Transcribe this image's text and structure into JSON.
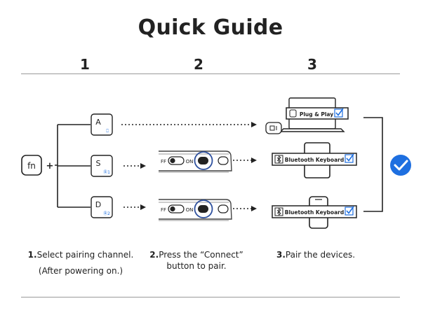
{
  "title": "Quick Guide",
  "steps": [
    "1",
    "2",
    "3"
  ],
  "keys": {
    "fn": "fn",
    "plus": "+",
    "a": "A",
    "s": "S",
    "d": "D",
    "a_sub": "⎕",
    "s_sub": "Ⓑ1",
    "d_sub": "Ⓑ2"
  },
  "switch": {
    "off_fragment": "FF",
    "on": "ON"
  },
  "devices": {
    "plug_play": "Plug & Play",
    "bluetooth_1": "Bluetooth Keyboard",
    "bluetooth_2": "Bluetooth Keyboard"
  },
  "captions": {
    "c1_num": "1.",
    "c1_line1": "Select pairing channel.",
    "c1_line2": "(After powering on.)",
    "c2_num": "2.",
    "c2_line1": "Press the “Connect”",
    "c2_line2": "button to pair.",
    "c3_num": "3.",
    "c3_line1": "Pair the devices."
  },
  "colors": {
    "accent": "#1e6fe0",
    "ink": "#222222",
    "ring": "#2c4f9e",
    "rule": "#9a9a9a"
  }
}
